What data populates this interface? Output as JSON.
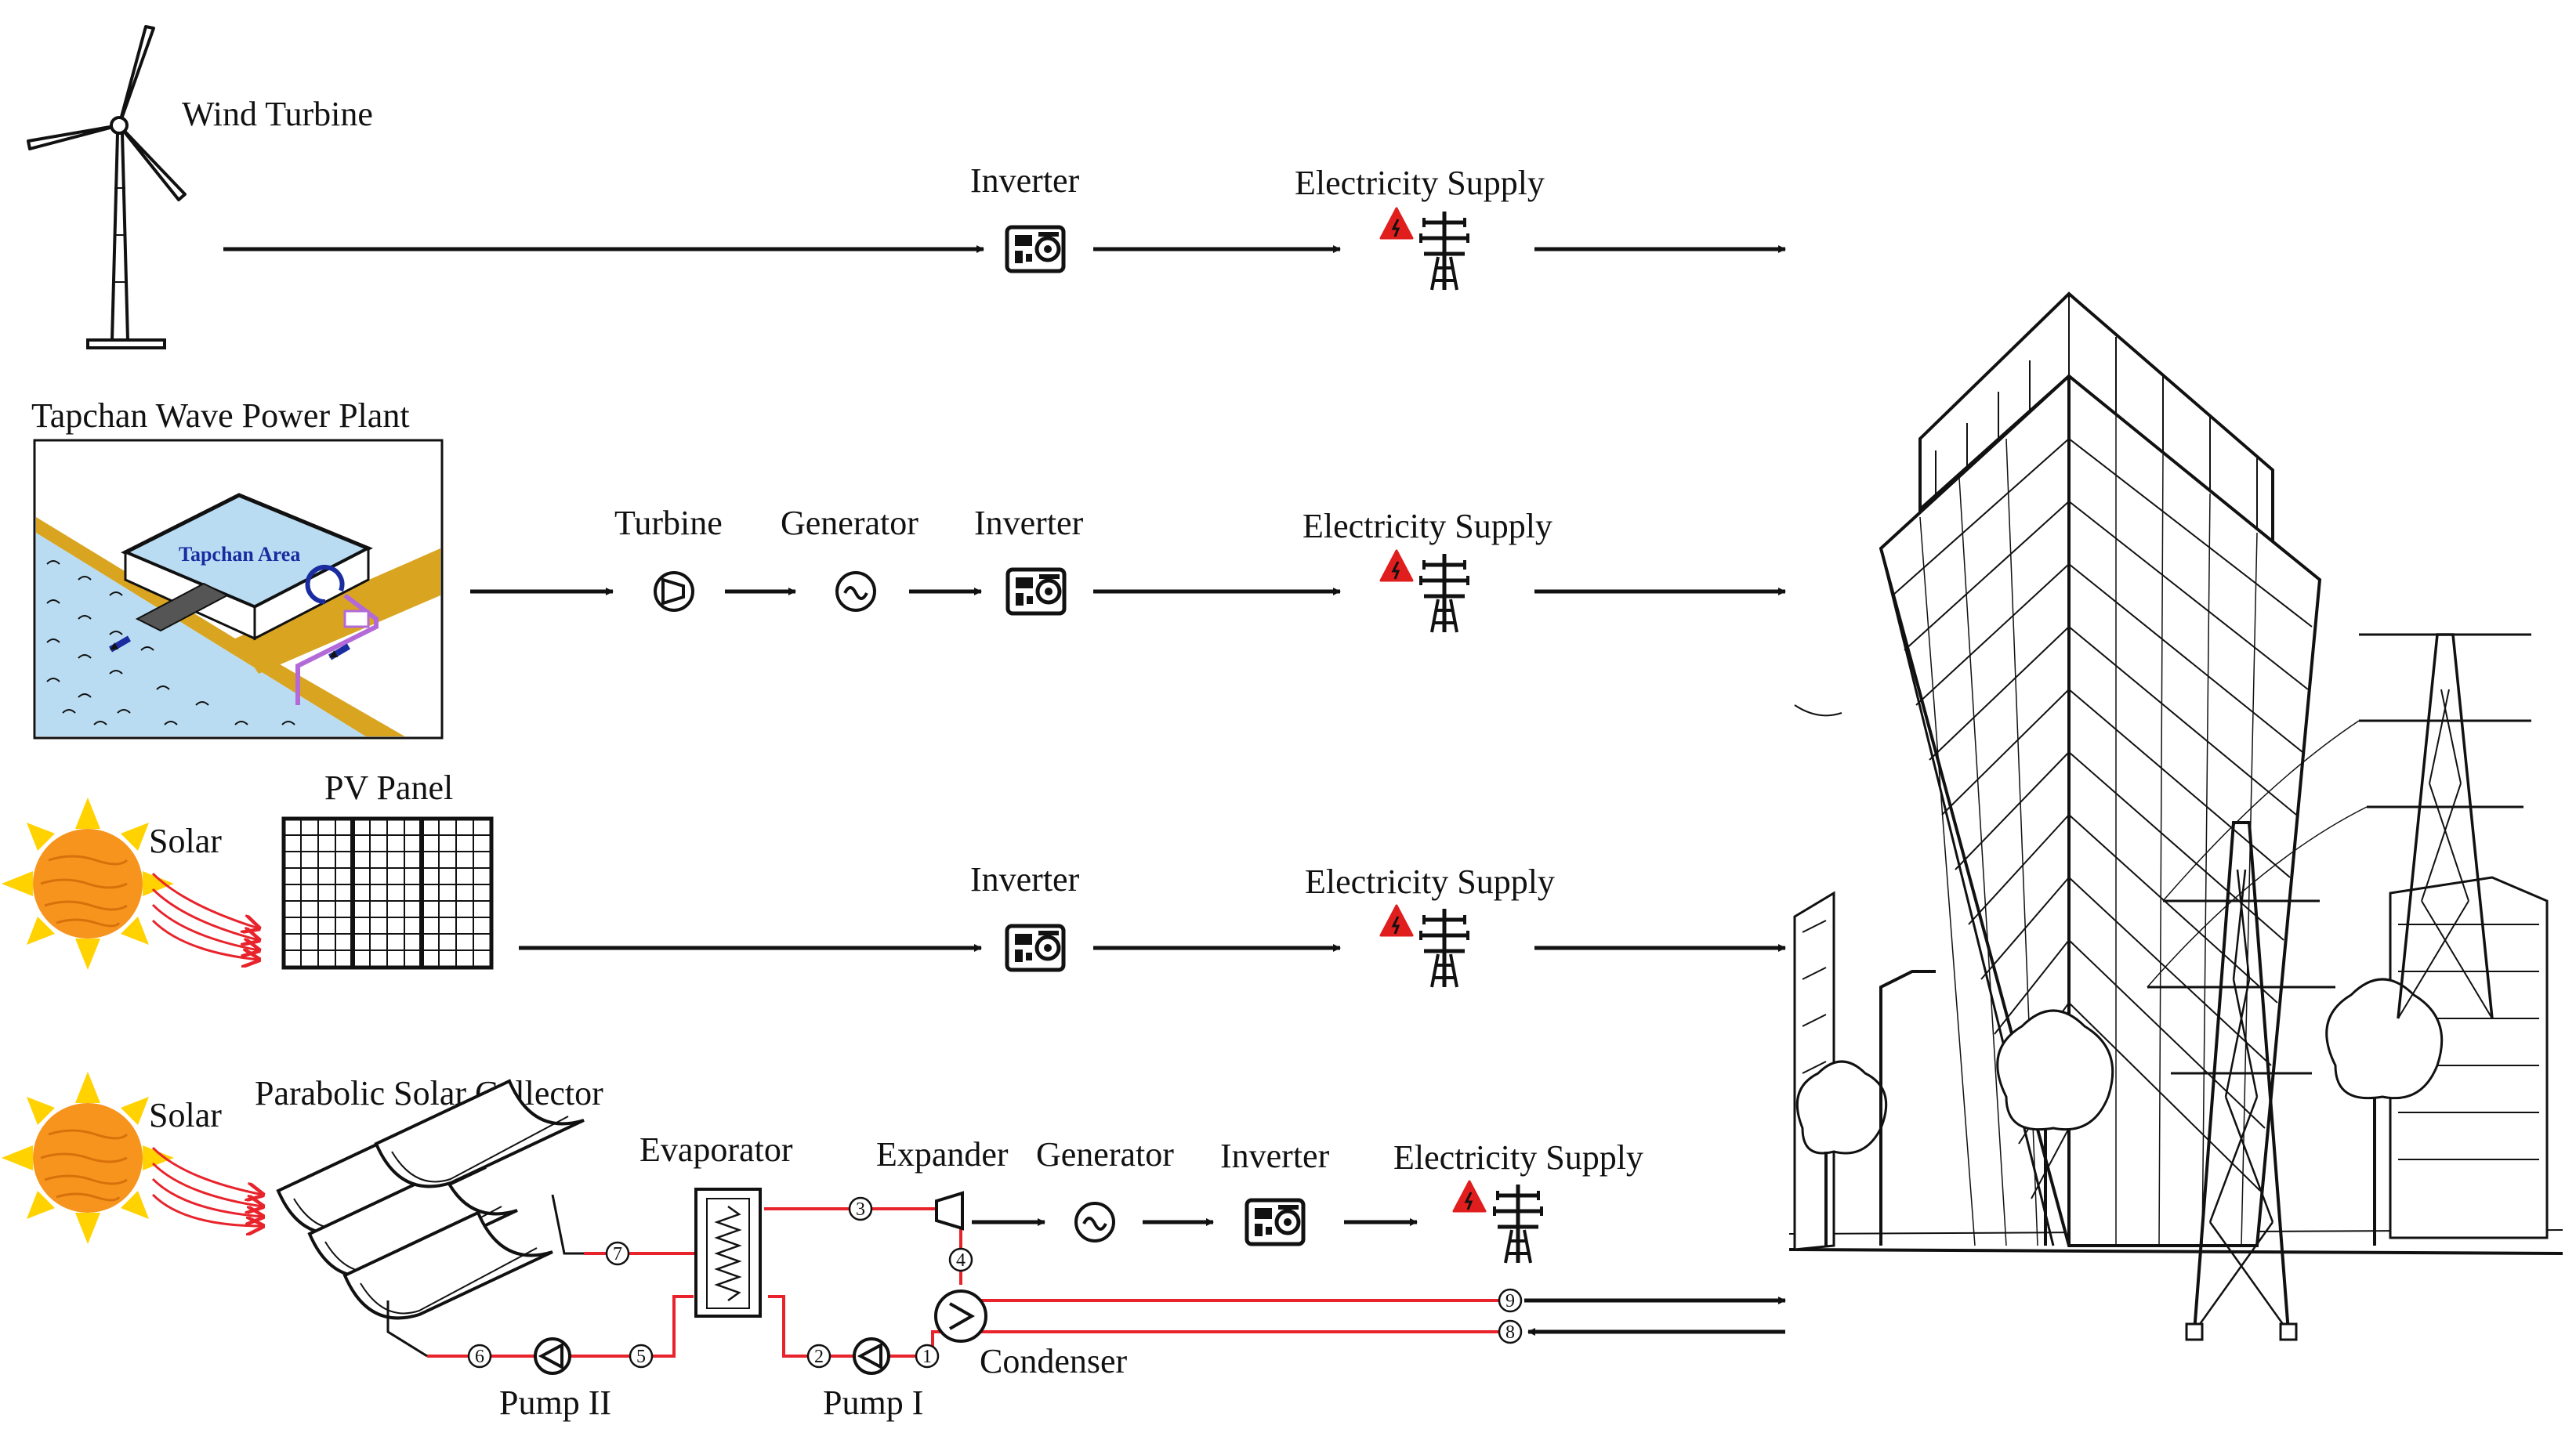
{
  "rows": {
    "wind": {
      "source_label": "Wind Turbine",
      "inverter_label": "Inverter",
      "supply_label": "Electricity Supply"
    },
    "wave": {
      "source_label": "Tapchan Wave Power Plant",
      "area_label": "Tapchan Area",
      "turbine_label": "Turbine",
      "generator_label": "Generator",
      "inverter_label": "Inverter",
      "supply_label": "Electricity Supply"
    },
    "pv": {
      "solar_label": "Solar",
      "panel_label": "PV Panel",
      "inverter_label": "Inverter",
      "supply_label": "Electricity Supply"
    },
    "orc": {
      "solar_label": "Solar",
      "collector_label": "Parabolic Solar Collector",
      "evaporator_label": "Evaporator",
      "expander_label": "Expander",
      "generator_label": "Generator",
      "inverter_label": "Inverter",
      "supply_label": "Electricity Supply",
      "condenser_label": "Condenser",
      "pump1_label": "Pump I",
      "pump2_label": "Pump II",
      "states": [
        "1",
        "2",
        "3",
        "4",
        "5",
        "6",
        "7",
        "8",
        "9"
      ]
    }
  },
  "icons": {
    "wind_turbine": "wind-turbine-icon",
    "inverter": "inverter-icon",
    "pylon": "transmission-tower-icon",
    "warning": "high-voltage-warning-icon",
    "sun": "sun-icon",
    "building": "high-rise-building-icon"
  },
  "colors": {
    "flow_line": "#e8232b",
    "sun_fill": "#f7941d",
    "sun_rays": "#ffd200",
    "water": "#b9dcf2",
    "shore": "#d9a521",
    "warning": "#e01e1e"
  }
}
